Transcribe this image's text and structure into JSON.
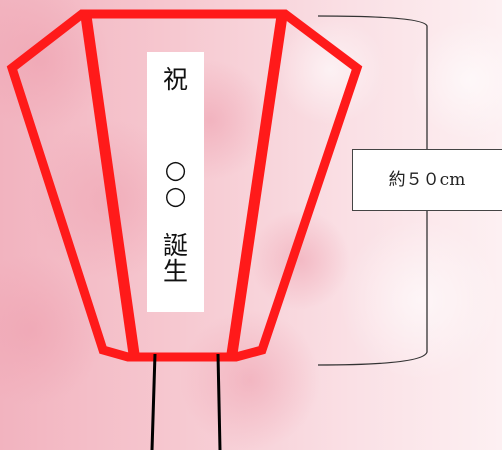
{
  "banner": {
    "line1": "祝",
    "line2": "○",
    "line3": "○",
    "line4": "誕",
    "line5": "生"
  },
  "dimension": {
    "label": "約５０cm"
  },
  "colors": {
    "lantern_frame": "#ff1a1a",
    "background_pink": "#f3b9c3",
    "background_light": "#fbe6ea",
    "handle": "#000000",
    "bracket": "#333333"
  }
}
